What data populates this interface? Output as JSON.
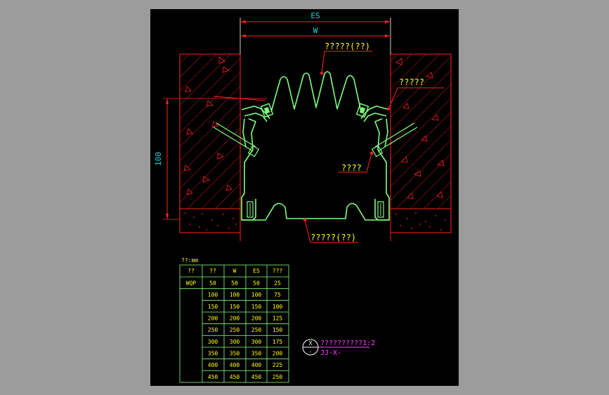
{
  "drawing": {
    "dim_es": "ES",
    "dim_w": "W",
    "dim_height": "100",
    "callout_top": "?????(??)",
    "callout_right_top": "?????",
    "callout_right_mid": "????",
    "callout_bottom": "?????(??)"
  },
  "table": {
    "caption": "??:mm",
    "headers": [
      "??",
      "??",
      "W",
      "ES",
      "???"
    ],
    "rows": [
      [
        "WQP",
        "50",
        "50",
        "50",
        "25"
      ],
      [
        "",
        "100",
        "100",
        "100",
        "75"
      ],
      [
        "",
        "150",
        "150",
        "150",
        "100"
      ],
      [
        "",
        "200",
        "200",
        "200",
        "125"
      ],
      [
        "",
        "250",
        "250",
        "250",
        "150"
      ],
      [
        "",
        "300",
        "300",
        "300",
        "175"
      ],
      [
        "",
        "350",
        "350",
        "350",
        "200"
      ],
      [
        "",
        "400",
        "400",
        "400",
        "225"
      ],
      [
        "",
        "450",
        "450",
        "450",
        "250"
      ]
    ]
  },
  "title_block": {
    "symbol_top": "X",
    "symbol_bottom": "-",
    "title": "??????????1:2",
    "subtitle": "JJ-X-"
  },
  "colors": {
    "background": "#000000",
    "outer": "#9c9c9c",
    "red": "#ff2020",
    "green": "#80ff80",
    "cyan": "#00e0e0",
    "yellow": "#ffff00",
    "magenta": "#ff40ff",
    "white": "#ffffff"
  }
}
